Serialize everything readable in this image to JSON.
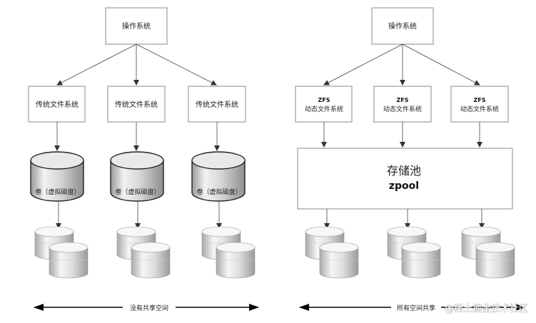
{
  "left": {
    "os_label": "操作系统",
    "fs_label": "传统文件系统",
    "volume_label": "卷（虚拟磁盘）",
    "bottom_label": "没有共享空间"
  },
  "right": {
    "os_label": "操作系统",
    "zfs_title": "ZFS",
    "zfs_sub": "动态文件系统",
    "pool_label": "存储池",
    "pool_sub": "zpool",
    "bottom_label": "所有空间共享"
  },
  "watermark": "@稀土掘金技术社区",
  "colors": {
    "box_stroke": "#888888",
    "disk_fill_light": "#f0f0f0",
    "disk_fill_mid": "#cfcfcf",
    "disk_fill_dark": "#9a9a9a"
  }
}
